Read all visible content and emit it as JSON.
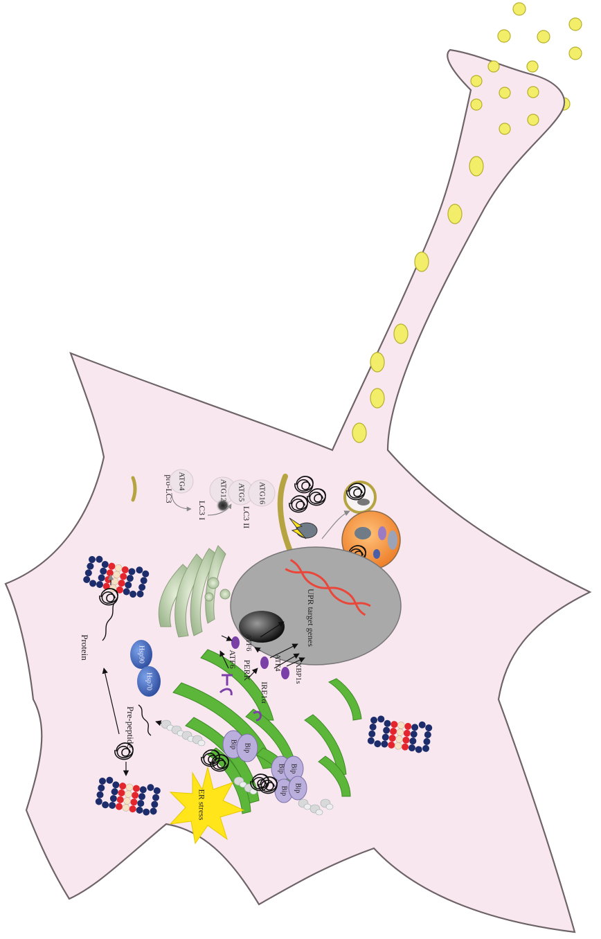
{
  "colors": {
    "cell_fill": "#f9e7ef",
    "cell_outline": "#6e6468",
    "vesicle": "#f2ee6a",
    "er_green": "#5cb63a",
    "nucleus_gray": "#a9a9a9",
    "bip_purple": "#b9aedc",
    "stress_yellow": "#ffe51a",
    "autophagosome_gold": "#b6a443",
    "lysosome_orange": "#f29a47",
    "dna_red": "#e8473a",
    "proteasome_red": "#e3262e",
    "proteasome_navy": "#1d2d6b",
    "proteasome_cream": "#f5e2c6",
    "hsp_blue": "#4a6fc2"
  },
  "labels": {
    "er_stress": "ER stress",
    "pre_peptide": "Pre-peptide",
    "protein": "Protein",
    "hsp90": "Hsp90",
    "hsp70": "Hsp70",
    "bip": "Bip",
    "perk": "PERK",
    "atf6_a": "ATF6",
    "atf6_b": "ATF6",
    "ire1a": "IRE1α",
    "atf4": "ATF4",
    "xbp1s": "XBP1s",
    "upr_target_genes": "UPR target genes",
    "pro_lc3": "pro-LC3",
    "atg4": "ATG4",
    "lc3_1": "LC3 I",
    "lc3_2": "LC3 II",
    "atg12": "ATG12",
    "atg5": "ATG5",
    "atg16": "ATG16"
  }
}
